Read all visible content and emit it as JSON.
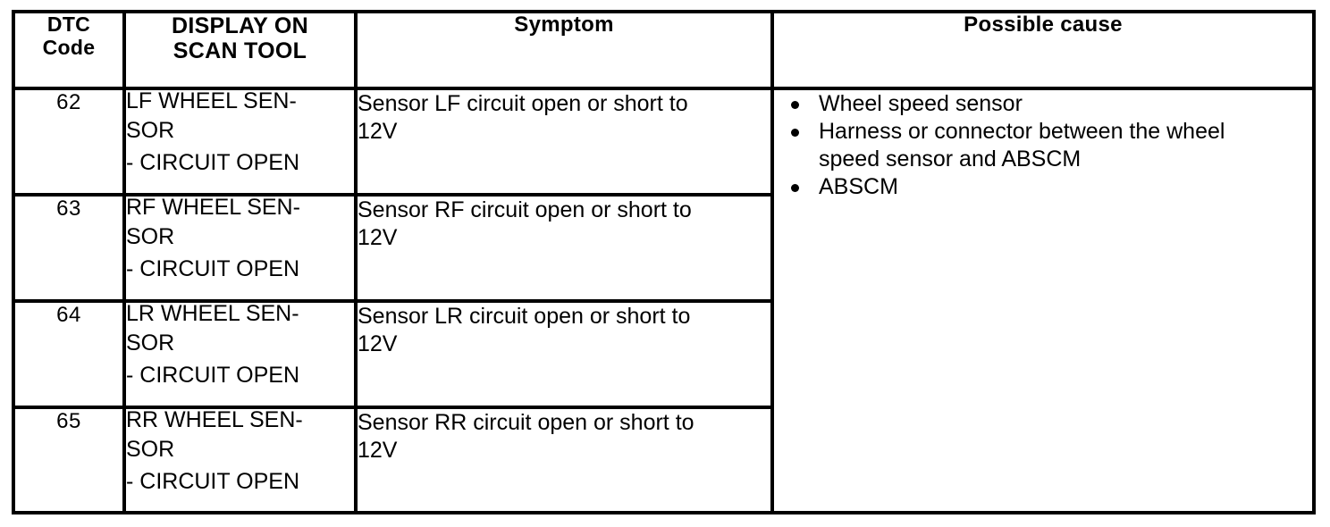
{
  "table": {
    "columns": [
      {
        "id": "dtc_code",
        "header_lines": [
          "DTC",
          "Code"
        ]
      },
      {
        "id": "display",
        "header_lines": [
          "DISPLAY ON",
          "SCAN TOOL"
        ]
      },
      {
        "id": "symptom",
        "header_lines": [
          "Symptom"
        ]
      },
      {
        "id": "possible_cause",
        "header_lines": [
          "Possible cause"
        ]
      }
    ],
    "rows": [
      {
        "code": "62",
        "display_lines": [
          "LF WHEEL SEN-",
          "SOR",
          "- CIRCUIT OPEN"
        ],
        "symptom_lines": [
          "Sensor LF circuit open or short to",
          "12V"
        ]
      },
      {
        "code": "63",
        "display_lines": [
          "RF WHEEL SEN-",
          "SOR",
          "- CIRCUIT OPEN"
        ],
        "symptom_lines": [
          "Sensor RF circuit open or short to",
          "12V"
        ]
      },
      {
        "code": "64",
        "display_lines": [
          "LR WHEEL SEN-",
          "SOR",
          "- CIRCUIT OPEN"
        ],
        "symptom_lines": [
          "Sensor LR circuit open or short to",
          "12V"
        ]
      },
      {
        "code": "65",
        "display_lines": [
          "RR WHEEL SEN-",
          "SOR",
          "- CIRCUIT OPEN"
        ],
        "symptom_lines": [
          "Sensor RR circuit open or short to",
          "12V"
        ]
      }
    ],
    "possible_cause": {
      "bullets": [
        {
          "lines": [
            "Wheel speed sensor"
          ]
        },
        {
          "lines": [
            "Harness or connector between the wheel",
            "speed sensor and ABSCM"
          ]
        },
        {
          "lines": [
            "ABSCM"
          ]
        }
      ]
    }
  },
  "style": {
    "border_color": "#000000",
    "text_color": "#000000",
    "background": "#ffffff"
  }
}
